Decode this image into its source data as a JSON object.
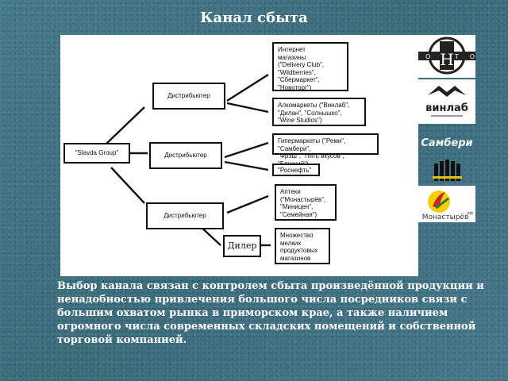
{
  "slide": {
    "title": "Канал сбыта",
    "caption": "Выбор канала связан с контролем сбыта произведённой продукции и ненадобностью привлечения большого числа посредников связи с большим охватом рынка в приморском крае, а также наличием огромного числа современных складских помещений и собственной торговой компанией."
  },
  "diagram": {
    "root": "\"Slavda Group\"",
    "distributor_1": "Дистрибьютер",
    "distributor_2": "Дистрибьютер",
    "distributor_3": "Дистрибьютер",
    "dealer": "Дилер",
    "online_stores": "Интернет\nмагазины\n(\"Delivery Club\",\n\"Wildberries\",\n\"Сбермаркет\",\n\"Новоторг\")",
    "liquor_stores": "Алкомаркеты (\"Винлаб\",\n\"Дилан\", \"Солнышко\",\n\"Wine Studios\")",
    "hypermarkets": "Гипермаркеты (\"Реми\", \"Самбери\",\n\"Фрэш\", \"Пять вкусов\", \"Близкий\")",
    "rosneft": "\"Роснефть\"",
    "pharmacies": "Аптеки\n(\"Монастырёв\",\n\"Миницен\",\n\"Семейная\")",
    "small_stores": "Множество\nмелких\nпродуктовых\nмагазинов"
  },
  "logos": {
    "novotorg": "НОВО ТОРГ",
    "novotorg_letter": "Н",
    "vinlab": "винлаб",
    "samberi": "Самбери",
    "monastyrev": "Монастырёв",
    "monastyrev_suffix": ".рф"
  }
}
